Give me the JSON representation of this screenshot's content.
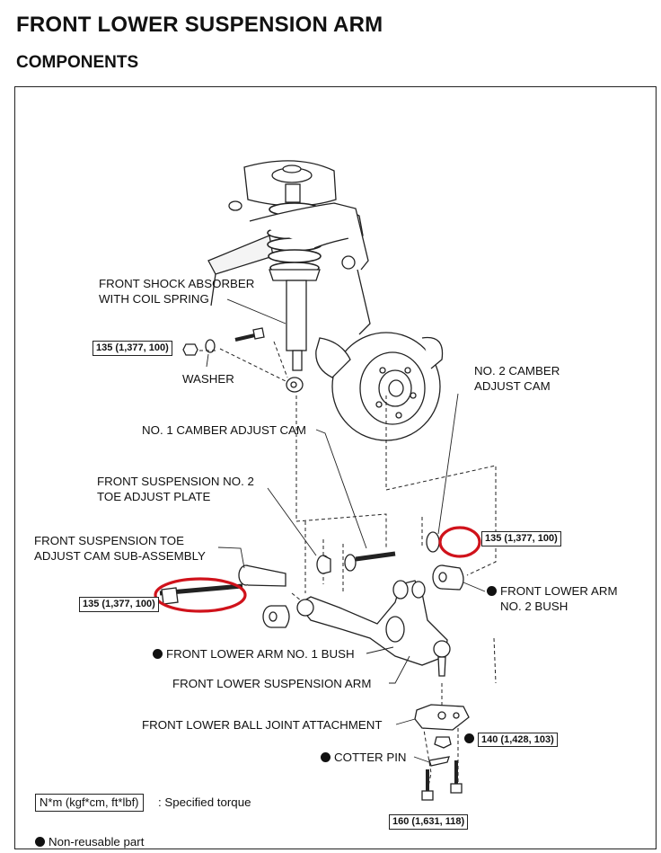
{
  "header": {
    "title": "FRONT LOWER SUSPENSION ARM",
    "subtitle": "COMPONENTS"
  },
  "labels": {
    "shock": [
      "FRONT SHOCK ABSORBER",
      "WITH COIL SPRING"
    ],
    "washer": "WASHER",
    "cam2": [
      "NO. 2 CAMBER",
      "ADJUST CAM"
    ],
    "cam1": "NO. 1 CAMBER ADJUST CAM",
    "toe_plate": [
      "FRONT SUSPENSION NO. 2",
      "TOE ADJUST PLATE"
    ],
    "toe_cam": [
      "FRONT SUSPENSION TOE",
      "ADJUST CAM SUB-ASSEMBLY"
    ],
    "bush2": [
      "FRONT LOWER ARM",
      "NO. 2 BUSH"
    ],
    "bush1": "FRONT LOWER ARM NO. 1 BUSH",
    "arm": "FRONT LOWER SUSPENSION ARM",
    "ball_joint": "FRONT LOWER BALL JOINT ATTACHMENT",
    "cotter": "COTTER PIN"
  },
  "torques": {
    "t1": "135 (1,377, 100)",
    "t2": "135 (1,377, 100)",
    "t3": "135 (1,377, 100)",
    "t4": "140 (1,428, 103)",
    "t5": "160 (1,631, 118)"
  },
  "legend": {
    "unit": "N*m (kgf*cm, ft*lbf)",
    "unit_desc": ": Specified torque",
    "non_reusable": "Non-reusable part"
  },
  "colors": {
    "highlight": "#d0121b",
    "ink": "#222222"
  }
}
